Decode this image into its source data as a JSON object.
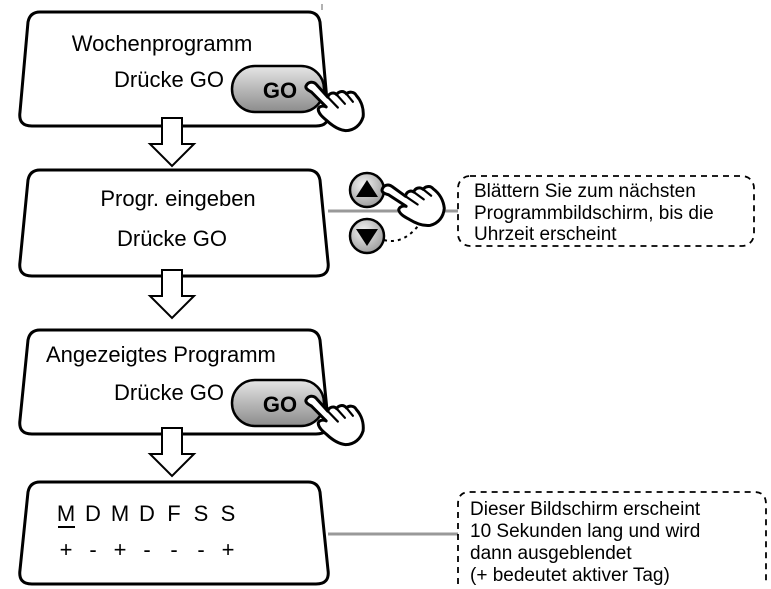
{
  "screens": [
    {
      "line1": "Wochenprogramm",
      "line2": "Drücke GO"
    },
    {
      "line1": "Progr. eingeben",
      "line2": "Drücke GO"
    },
    {
      "line1": "Angezeigtes Programm",
      "line2": "Drücke GO"
    }
  ],
  "days": {
    "letters": [
      "M",
      "D",
      "M",
      "D",
      "F",
      "S",
      "S"
    ],
    "marks": [
      "+",
      "-",
      "+",
      "-",
      "-",
      "-",
      "+"
    ]
  },
  "buttons": {
    "go_label": "GO"
  },
  "notes": {
    "scroll": [
      "Blättern Sie zum nächsten",
      "Programmbildschirm, bis die",
      "Uhrzeit erscheint"
    ],
    "days": [
      "Dieser Bildschirm erscheint",
      "10 Sekunden lang und wird",
      "dann ausgeblendet",
      "(+ bedeutet aktiver Tag)"
    ]
  }
}
